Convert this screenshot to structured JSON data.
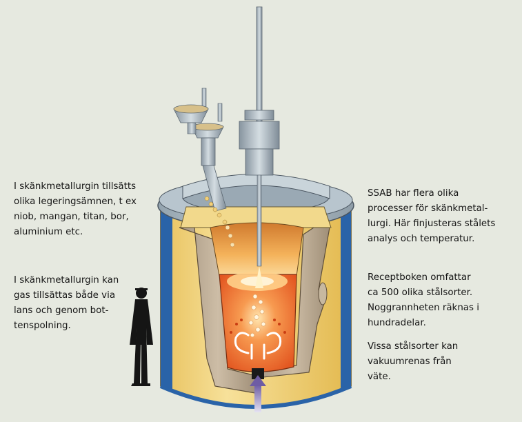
{
  "left_notes": [
    {
      "lines": [
        "I skänkmetallurgin tillsätts",
        "olika legeringsämnen, t ex",
        "niob, mangan, titan, bor,",
        "aluminium etc."
      ]
    },
    {
      "lines": [
        "I skänkmetallurgin kan",
        "gas tillsättas både via",
        "lans och genom bot-",
        "tenspolning."
      ]
    }
  ],
  "right_notes": [
    {
      "lines": [
        "SSAB har flera olika",
        "processer för  skänkmetal-",
        "lurgi. Här finjusteras stålets",
        "analys och temperatur."
      ]
    },
    {
      "lines": [
        "Receptboken omfattar",
        "ca 500 olika stålsorter.",
        "Noggrannheten räknas i",
        "hundradelar."
      ]
    },
    {
      "lines": [
        "Vissa stålsorter kan",
        "vakuumrenas från",
        "väte."
      ]
    }
  ],
  "colors": {
    "background": "#e6e9e0",
    "outer_shell": "#f0d27a",
    "shell_edge_blue": "#2a63a8",
    "lid": "#a8b6c0",
    "refractory_lining": "#bfae97",
    "molten_steel": "#ec6a2c",
    "gas_flow": "#8c7ab8",
    "silhouette": "#151515"
  },
  "icons": [
    "human-silhouette-icon",
    "alloy-hopper-icon",
    "lance-icon",
    "gas-inlet-arrow-icon"
  ]
}
